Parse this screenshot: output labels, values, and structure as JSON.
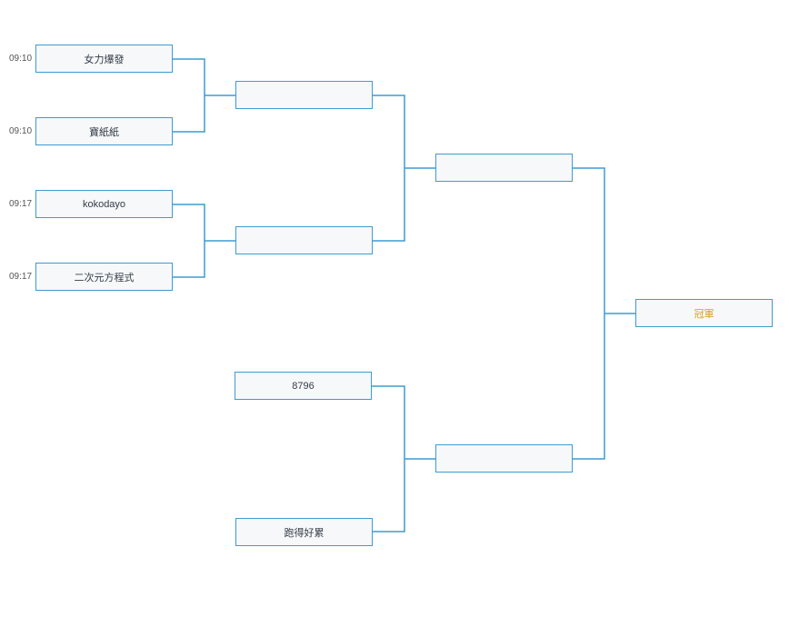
{
  "colors": {
    "line": "#3f9bd1",
    "slot_bg": "#f7f8fa",
    "text": "#333d47",
    "champion_text": "#d4a017"
  },
  "round1": [
    {
      "team": "女力爆發",
      "time": "09:10"
    },
    {
      "team": "寶紙紙",
      "time": "09:10"
    },
    {
      "team": "kokodayo",
      "time": "09:17"
    },
    {
      "team": "二次元方程式",
      "time": "09:17"
    }
  ],
  "round2": [
    {
      "team": ""
    },
    {
      "team": ""
    },
    {
      "team": "8796"
    },
    {
      "team": "跑得好累"
    }
  ],
  "round3": [
    {
      "team": ""
    },
    {
      "team": ""
    }
  ],
  "final": {
    "label": "冠軍"
  }
}
